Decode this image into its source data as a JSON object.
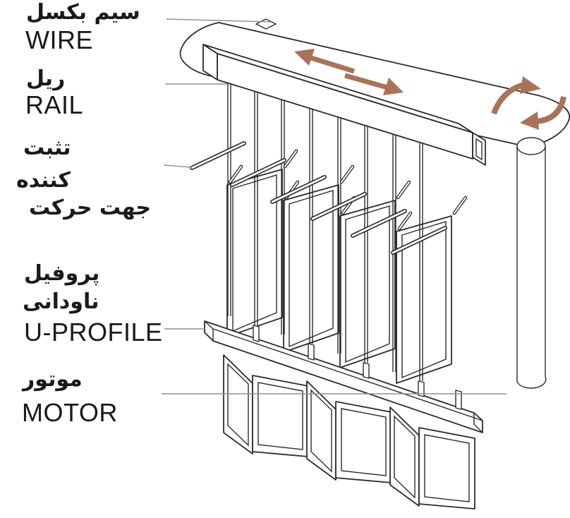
{
  "labels": {
    "wire": {
      "fa": "سیم بکسل",
      "en": "WIRE"
    },
    "rail": {
      "fa": "ریل",
      "en": "RAIL"
    },
    "direction_stabilizer": {
      "fa_line1": "تثبت",
      "fa_line2": "کننده",
      "fa_line3": "جهت حرکت"
    },
    "u_profile": {
      "fa_line1": "پروفیل",
      "fa_line2": "ناودانی",
      "en": "U-PROFILE"
    },
    "motor": {
      "fa": "موتور",
      "en": "MOTOR"
    }
  },
  "colors": {
    "background": "#ffffff",
    "line": "#2b2b2b",
    "leader_line": "#8f8f8f",
    "arrow": "#a9735a",
    "text": "#1a1a1a"
  },
  "icons": {
    "slide_arrows": "double-arrow-slide-direction",
    "rotation_arrows": "circular-rotation-direction"
  }
}
